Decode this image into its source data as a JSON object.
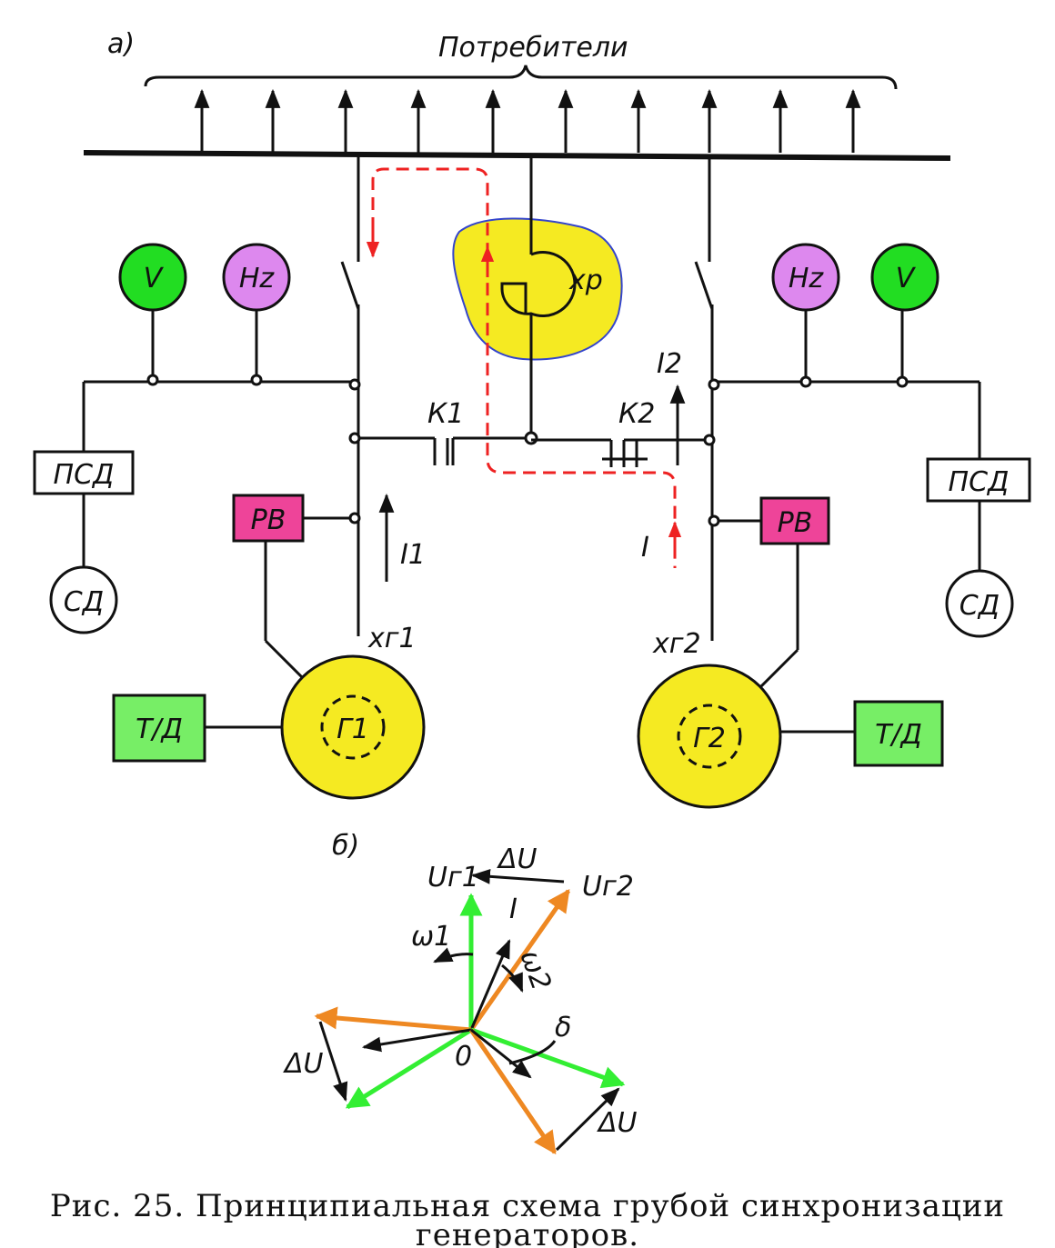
{
  "part_a_label": "а)",
  "part_b_label": "б)",
  "consumers_label": "Потребители",
  "reactor_label": "xр",
  "left": {
    "voltmeter": "V",
    "frequency_meter": "Hz",
    "psd": "ПСД",
    "sd": "СД",
    "regulator": "РВ",
    "turbine": "Т/Д",
    "generator": "Г1",
    "reactance": "xг1",
    "current": "I1",
    "breaker": "К1"
  },
  "right": {
    "voltmeter": "V",
    "frequency_meter": "Hz",
    "psd": "ПСД",
    "sd": "СД",
    "regulator": "РВ",
    "turbine": "Т/Д",
    "generator": "Г2",
    "reactance": "xг2",
    "current": "I2",
    "breaker": "К2"
  },
  "circulating_current": "I",
  "vector": {
    "u_g1": "Uг1",
    "u_g2": "Uг2",
    "delta_u": "ΔU",
    "current": "I",
    "omega1": "ω1",
    "omega2": "ω2",
    "delta": "δ",
    "origin": "0"
  },
  "caption_line1": "Рис. 25. Принципиальная схема грубой синхронизации",
  "caption_line2": "генераторов.",
  "colors": {
    "voltmeter": "#22dd22",
    "frequency_meter": "#dd88ee",
    "regulator": "#ee4499",
    "turbine": "#77ee66",
    "generator": "#f5ea22",
    "reactor_highlight": "#f5ea22",
    "current_path": "#ee2222",
    "vector_green": "#33ee33",
    "vector_orange": "#ee8822"
  }
}
